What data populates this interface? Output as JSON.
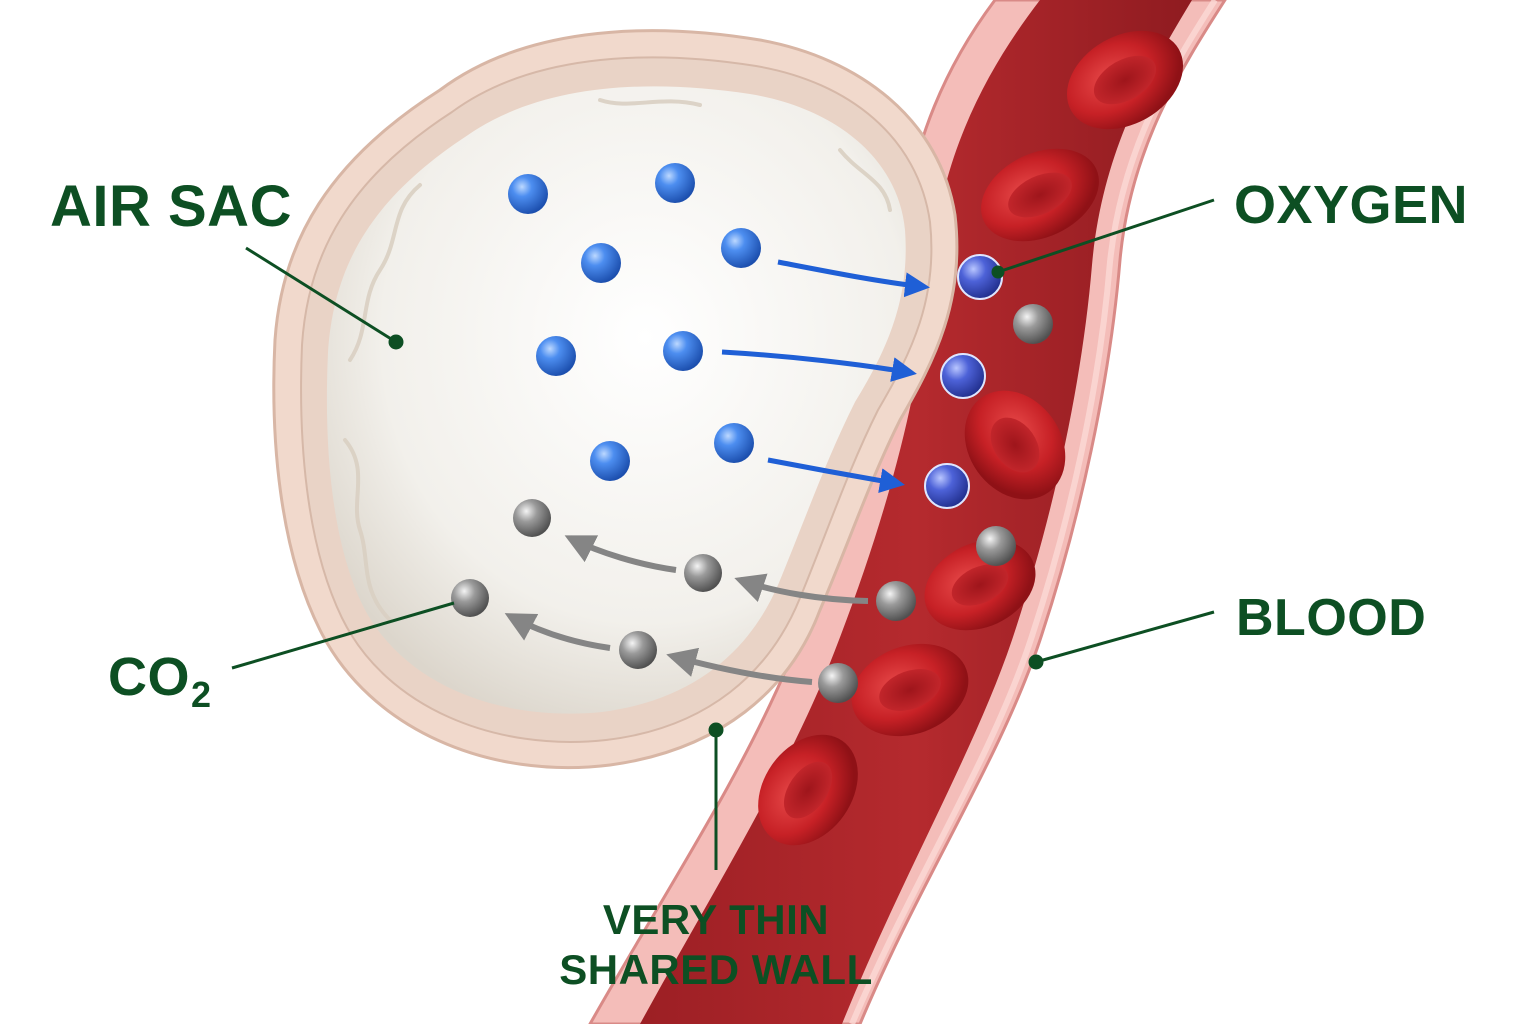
{
  "colors": {
    "label_green": "#0d4f23",
    "oxygen_blue": "#2f6fd6",
    "co2_gray": "#8a8a8a",
    "blood_red": "#c8262c",
    "vessel_wall": "#f3b9b6",
    "air_sac_inner": "#f3f1ec",
    "air_sac_wall": "#f2dcd0"
  },
  "labels": {
    "air_sac": "AIR SAC",
    "oxygen": "OXYGEN",
    "blood": "BLOOD",
    "co2_main": "CO",
    "co2_sub": "2",
    "wall_line1": "VERY THIN",
    "wall_line2": "SHARED WALL"
  },
  "icons": {
    "oxygen_molecule": "blue-sphere",
    "co2_molecule": "gray-sphere",
    "red_blood_cell": "red-disc",
    "diffusion_arrow": "curved-arrow"
  }
}
